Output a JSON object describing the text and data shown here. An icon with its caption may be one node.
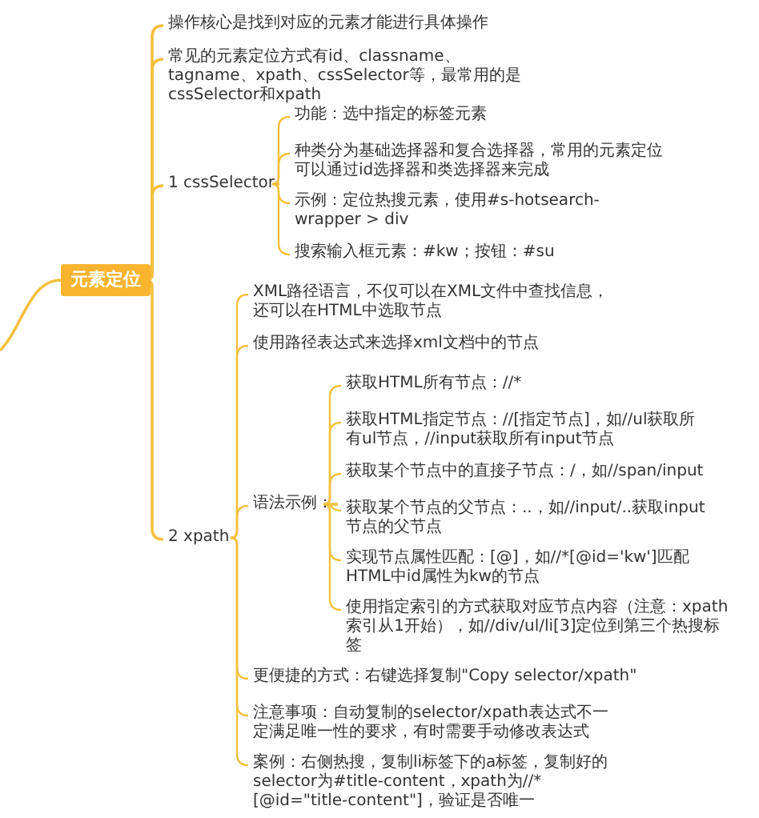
{
  "diagram": {
    "nodes": [
      {
        "text": [
          "元素定位"
        ]
      },
      {
        "text": [
          "操作核心是找到对应的元素才能进行具体操作"
        ]
      },
      {
        "text": [
          "常见的元素定位方式有id、classname、tagname、xpath、cssSelector等，最常用的是cssSelector和xpath"
        ]
      },
      {
        "text": [
          "1 cssSelector"
        ]
      },
      {
        "text": [
          "功能：选中指定的标签元素"
        ]
      },
      {
        "text": [
          "种类分为基础选择器和复合选择器，常用的元素定位可以通过id选择器和类选择器来完成"
        ]
      },
      {
        "text": [
          "示例：定位热搜元素，使用#s-hotsearch-wrapper > div"
        ]
      },
      {
        "text": [
          "搜索输入框元素：#kw；按钮：#su"
        ]
      },
      {
        "text": [
          "2 xpath"
        ]
      },
      {
        "text": [
          "XML路径语言，不仅可以在XML文件中查找信息，还可以在HTML中选取节点"
        ]
      },
      {
        "text": [
          "使用路径表达式来选择xml文档中的节点"
        ]
      },
      {
        "text": [
          "语法示例："
        ]
      },
      {
        "text": [
          "获取HTML所有节点：//*"
        ]
      },
      {
        "text": [
          "获取HTML指定节点：//[指定节点]，如//ul获取所有ul节点，//input获取所有input节点"
        ]
      },
      {
        "text": [
          "获取某个节点中的直接子节点：/，如//span/input"
        ]
      },
      {
        "text": [
          "获取某个节点的父节点：..，如//input/..获取input节点的父节点"
        ]
      },
      {
        "text": [
          "实现节点属性匹配：[@]，如//*[@id='kw']匹配HTML中id属性为kw的节点"
        ]
      },
      {
        "text": [
          "使用指定索引的方式获取对应节点内容（注意：xpath索引从1开始），如//div/ul/li[3]定位到第三个热搜标签"
        ]
      },
      {
        "text": [
          "更便捷的方式：右键选择复制\"Copy selector/xpath\""
        ]
      },
      {
        "text": [
          "注意事项：自动复制的selector/xpath表达式不一定满足唯一性的要求，有时需要手动修改表达式"
        ]
      },
      {
        "text": [
          "案例：右侧热搜，复制li标签下的a标签，复制好的selector为#title-content，xpath为//*[@id=\"title-content\"]，验证是否唯一"
        ]
      }
    ],
    "edges": [
      {
        "from": null,
        "to": 0,
        "arrow": "none"
      },
      {
        "from": 0,
        "to": 1,
        "arrow": "none"
      },
      {
        "from": 0,
        "to": 2,
        "arrow": "none"
      },
      {
        "from": 0,
        "to": 3,
        "arrow": "none"
      },
      {
        "from": 0,
        "to": 8,
        "arrow": "none"
      },
      {
        "from": 3,
        "to": 4,
        "arrow": "none"
      },
      {
        "from": 3,
        "to": 5,
        "arrow": "none"
      },
      {
        "from": 3,
        "to": 6,
        "arrow": "none"
      },
      {
        "from": 3,
        "to": 7,
        "arrow": "none"
      },
      {
        "from": 8,
        "to": 9,
        "arrow": "none"
      },
      {
        "from": 8,
        "to": 10,
        "arrow": "none"
      },
      {
        "from": 8,
        "to": 11,
        "arrow": "none"
      },
      {
        "from": 8,
        "to": 18,
        "arrow": "none"
      },
      {
        "from": 8,
        "to": 19,
        "arrow": "none"
      },
      {
        "from": 8,
        "to": 20,
        "arrow": "none"
      },
      {
        "from": 11,
        "to": 12,
        "arrow": "none"
      },
      {
        "from": 11,
        "to": 13,
        "arrow": "none"
      },
      {
        "from": 11,
        "to": 14,
        "arrow": "none"
      },
      {
        "from": 11,
        "to": 15,
        "arrow": "none"
      },
      {
        "from": 11,
        "to": 16,
        "arrow": "none"
      },
      {
        "from": 11,
        "to": 17,
        "arrow": "none"
      }
    ]
  }
}
